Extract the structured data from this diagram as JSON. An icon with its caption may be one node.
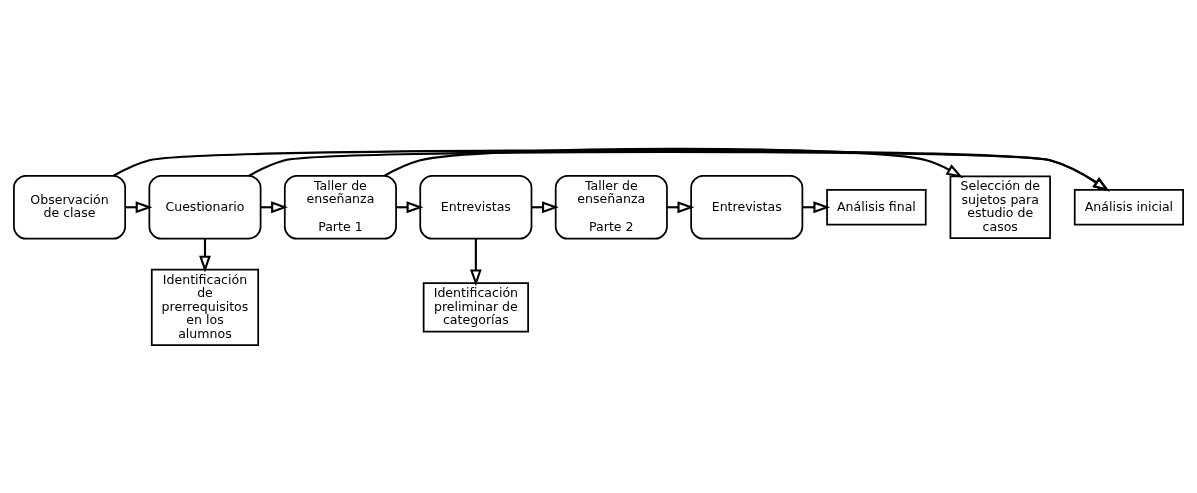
{
  "diagram": {
    "nodes": [
      {
        "text": [
          "Observación de clase"
        ]
      },
      {
        "text": [
          "Cuestionario"
        ]
      },
      {
        "text": [
          "Taller de enseñanza",
          "Parte 1"
        ]
      },
      {
        "text": [
          "Entrevistas"
        ]
      },
      {
        "text": [
          "Taller de enseñanza",
          "Parte 2"
        ]
      },
      {
        "text": [
          "Entrevistas"
        ]
      },
      {
        "text": [
          "Análisis inicial"
        ]
      },
      {
        "text": [
          "Identificación de prerrequisitos en los alumnos"
        ]
      },
      {
        "text": [
          "Selección de sujetos para estudio de casos"
        ]
      },
      {
        "text": [
          "Identificación preliminar de categorías"
        ]
      },
      {
        "text": [
          "Análisis final"
        ]
      }
    ],
    "edges": [
      {
        "from": 0,
        "to": 1,
        "arrow": "to"
      },
      {
        "from": 1,
        "to": 2,
        "arrow": "to"
      },
      {
        "from": 2,
        "to": 3,
        "arrow": "to"
      },
      {
        "from": 3,
        "to": 4,
        "arrow": "to"
      },
      {
        "from": 4,
        "to": 5,
        "arrow": "to"
      },
      {
        "from": 0,
        "to": 6,
        "arrow": "to"
      },
      {
        "from": 1,
        "to": 6,
        "arrow": "to"
      },
      {
        "from": 1,
        "to": 7,
        "arrow": "to"
      },
      {
        "from": 2,
        "to": 8,
        "arrow": "to"
      },
      {
        "from": 3,
        "to": 9,
        "arrow": "to"
      },
      {
        "from": 5,
        "to": 10,
        "arrow": "to"
      }
    ]
  }
}
